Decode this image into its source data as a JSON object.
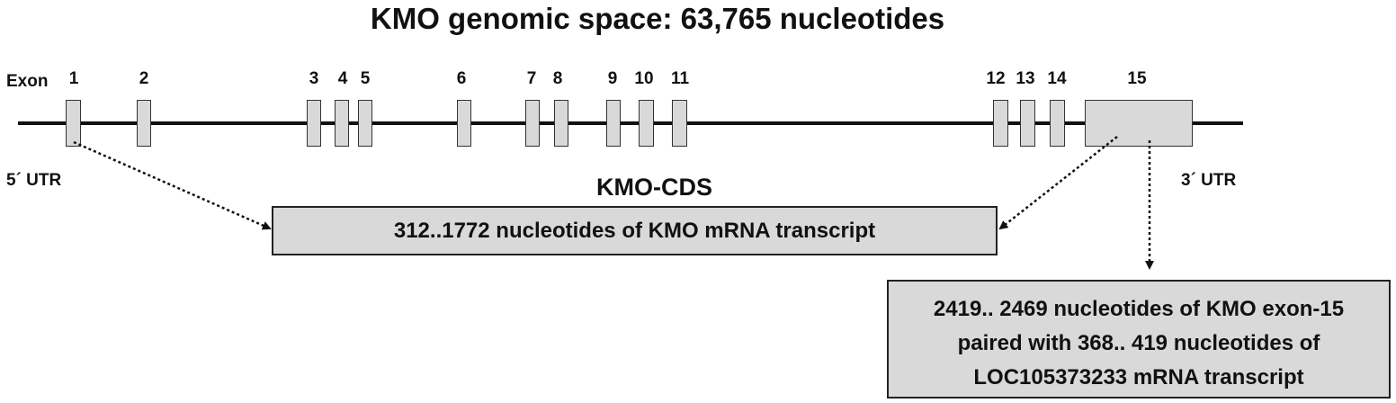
{
  "title": "KMO genomic space: 63,765 nucleotides",
  "exon_label": "Exon",
  "exons": [
    "1",
    "2",
    "3",
    "4",
    "5",
    "6",
    "7",
    "8",
    "9",
    "10",
    "11",
    "12",
    "13",
    "14",
    "15"
  ],
  "utr5_label": "5´ UTR",
  "utr3_label": "3´ UTR",
  "cds_label": "KMO-CDS",
  "cds_box_text": "312..1772 nucleotides of KMO mRNA transcript",
  "pair_box_lines": [
    "2419.. 2469 nucleotides of KMO exon-15",
    "paired with 368.. 419 nucleotides of",
    "LOC105373233 mRNA transcript"
  ],
  "colors": {
    "exon_fill": "#d9d9d9",
    "line": "#111111"
  }
}
